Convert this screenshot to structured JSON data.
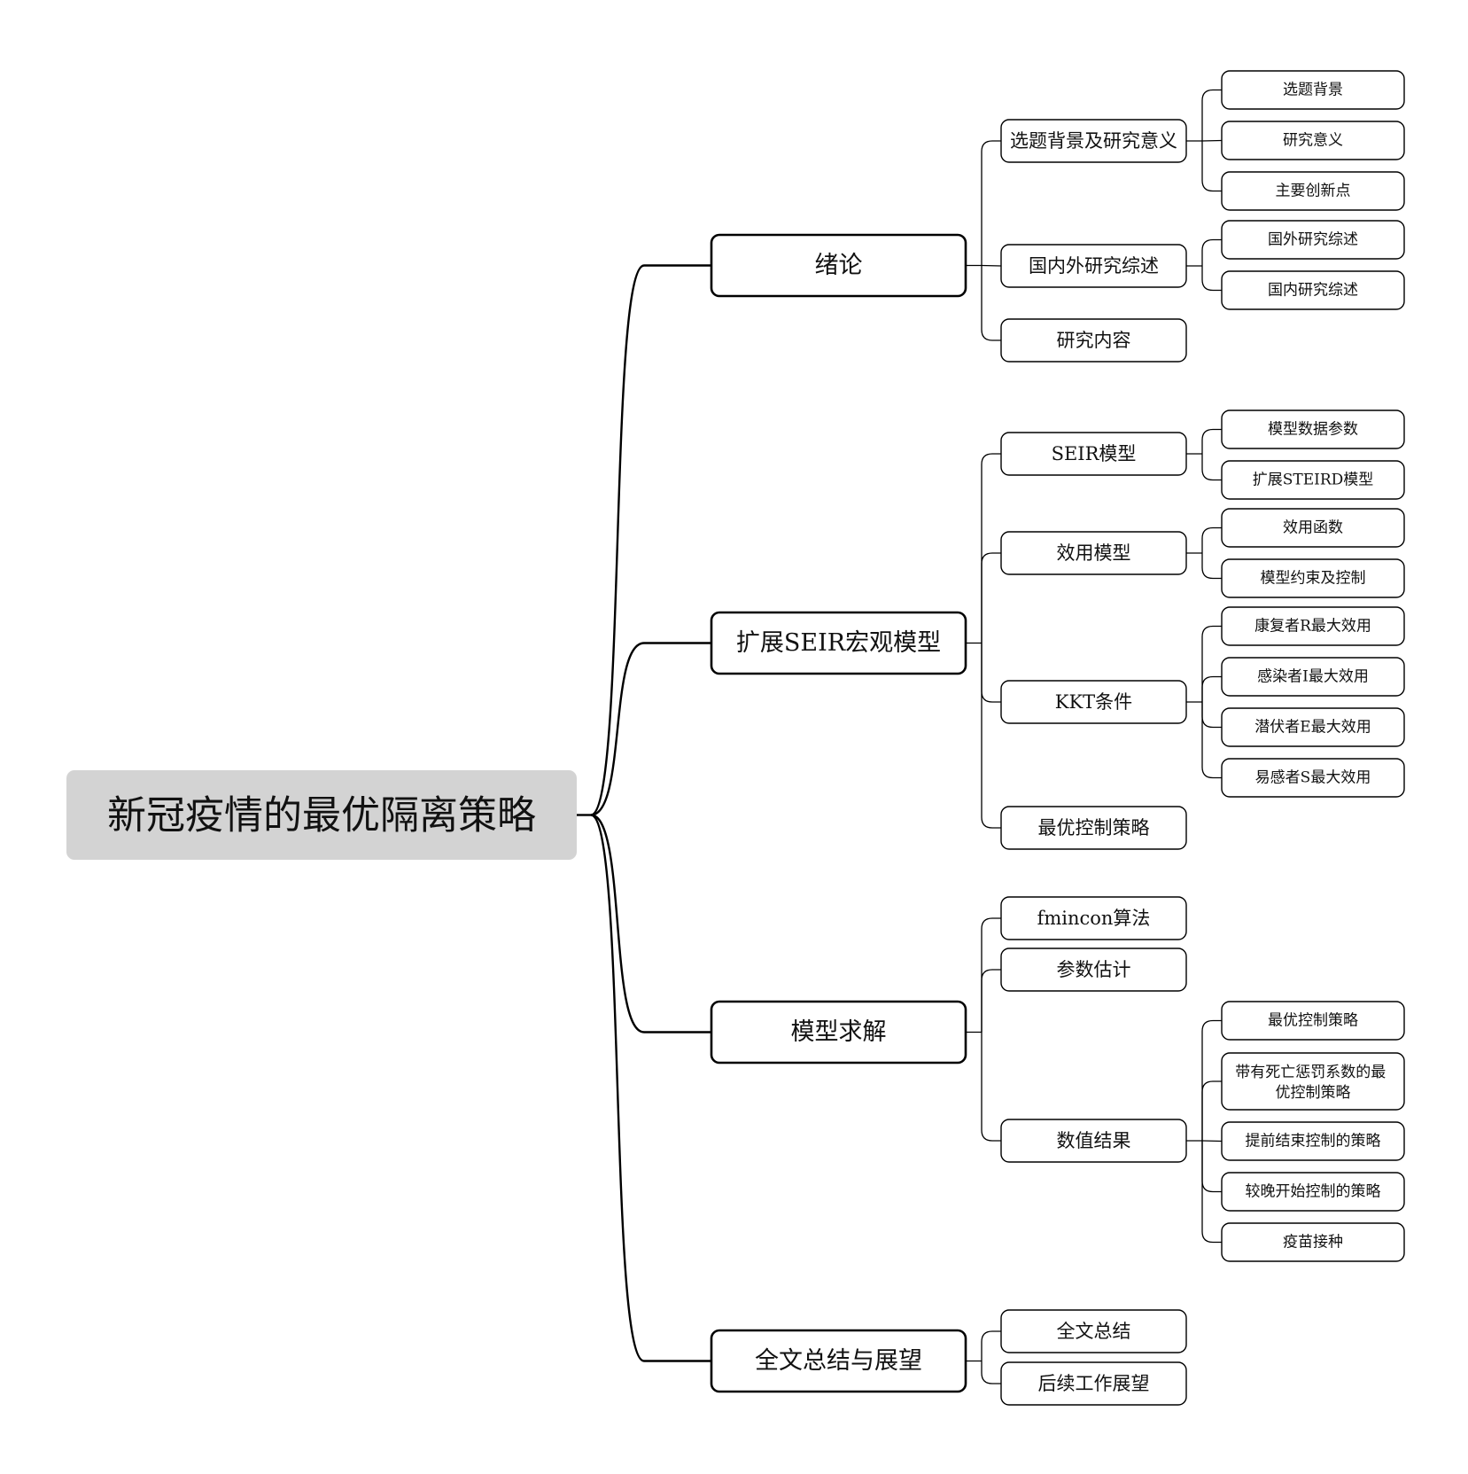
{
  "root": {
    "label": "新冠疫情的最优隔离策略"
  },
  "branches": [
    {
      "label": "绪论",
      "children": [
        {
          "label": "选题背景及研究意义",
          "children": [
            {
              "label": "选题背景"
            },
            {
              "label": "研究意义"
            },
            {
              "label": "主要创新点"
            }
          ]
        },
        {
          "label": "国内外研究综述",
          "children": [
            {
              "label": "国外研究综述"
            },
            {
              "label": "国内研究综述"
            }
          ]
        },
        {
          "label": "研究内容",
          "children": []
        }
      ]
    },
    {
      "label": "扩展SEIR宏观模型",
      "children": [
        {
          "label": "SEIR模型",
          "children": [
            {
              "label": "模型数据参数"
            },
            {
              "label": "扩展STEIRD模型"
            }
          ]
        },
        {
          "label": "效用模型",
          "children": [
            {
              "label": "效用函数"
            },
            {
              "label": "模型约束及控制"
            }
          ]
        },
        {
          "label": "KKT条件",
          "children": [
            {
              "label": "康复者R最大效用"
            },
            {
              "label": "感染者I最大效用"
            },
            {
              "label": "潜伏者E最大效用"
            },
            {
              "label": "易感者S最大效用"
            }
          ]
        },
        {
          "label": "最优控制策略",
          "children": []
        }
      ]
    },
    {
      "label": "模型求解",
      "children": [
        {
          "label": "fmincon算法",
          "children": []
        },
        {
          "label": "参数估计",
          "children": []
        },
        {
          "label": "数值结果",
          "children": [
            {
              "label": "最优控制策略"
            },
            {
              "label": "带有死亡惩罚系数的最优控制策略",
              "lines": [
                "带有死亡惩罚系数的最",
                "优控制策略"
              ]
            },
            {
              "label": "提前结束控制的策略"
            },
            {
              "label": "较晚开始控制的策略"
            },
            {
              "label": "疫苗接种"
            }
          ]
        }
      ]
    },
    {
      "label": "全文总结与展望",
      "children": [
        {
          "label": "全文总结",
          "children": []
        },
        {
          "label": "后续工作展望",
          "children": []
        }
      ]
    }
  ]
}
